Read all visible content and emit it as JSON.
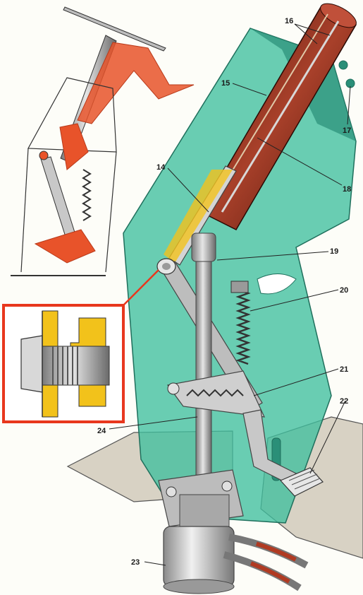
{
  "callouts": [
    {
      "id": "c16",
      "label": "16"
    },
    {
      "id": "c15",
      "label": "15"
    },
    {
      "id": "c17",
      "label": "17"
    },
    {
      "id": "c14",
      "label": "14"
    },
    {
      "id": "c18",
      "label": "18"
    },
    {
      "id": "c19",
      "label": "19"
    },
    {
      "id": "c20",
      "label": "20"
    },
    {
      "id": "c21",
      "label": "21"
    },
    {
      "id": "c22",
      "label": "22"
    },
    {
      "id": "c24",
      "label": "24"
    },
    {
      "id": "c23",
      "label": "23"
    }
  ],
  "colors": {
    "bracket": "#3fbf9e",
    "bracket_dark": "#2a8f78",
    "inset_frame": "#e8371d",
    "highlight": "#e8532a",
    "yellow": "#f2c21b",
    "metal": "#b8b8b8",
    "metal_dark": "#6e6e6e",
    "floor": "#d8d2c4"
  }
}
